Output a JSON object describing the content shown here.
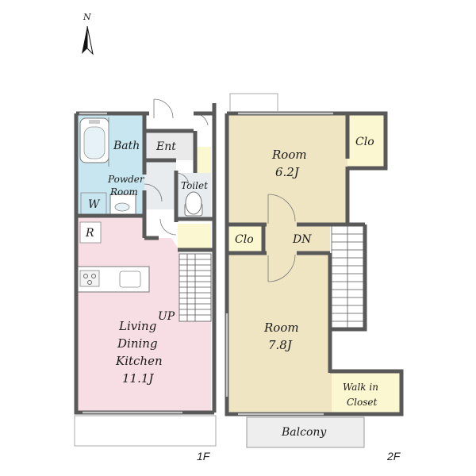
{
  "compass": {
    "label": "N"
  },
  "floors": {
    "first": {
      "label": "1F",
      "rooms": {
        "bath": "Bath",
        "entrance": "Ent",
        "powder_room": [
          "Powder",
          "Room"
        ],
        "toilet": "Toilet",
        "washer": "W",
        "refrigerator": "R",
        "up_stairs": "UP",
        "ldk": [
          "Living",
          "Dining",
          "Kitchen",
          "11.1J"
        ]
      }
    },
    "second": {
      "label": "2F",
      "rooms": {
        "room_a": [
          "Room",
          "6.2J"
        ],
        "closet_a": "Clo",
        "closet_b": "Clo",
        "down_stairs": "DN",
        "room_b": [
          "Room",
          "7.8J"
        ],
        "walk_in_closet": [
          "Walk in",
          "Closet"
        ],
        "balcony": "Balcony"
      }
    }
  },
  "colors": {
    "wall": "#595959",
    "bath_area": "#c8e6ef",
    "wet_floor": "#e9ecef",
    "ldk": "#f7dde4",
    "room": "#efe5c3",
    "closet": "#fbf7d0",
    "balcony": "#eeeeee",
    "entrance": "#eaeaea"
  }
}
